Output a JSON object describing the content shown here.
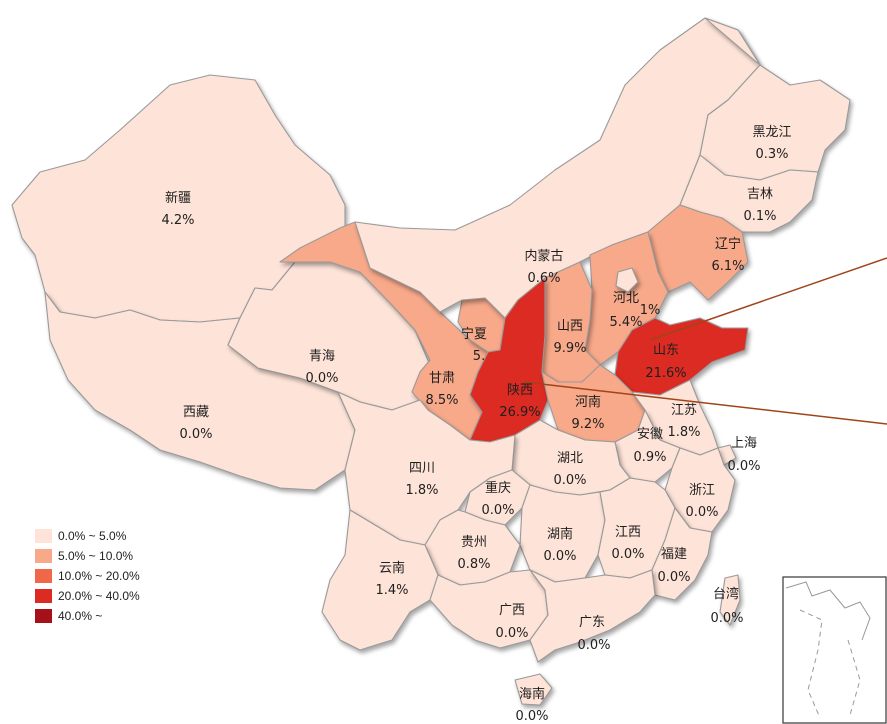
{
  "colors": {
    "band_0": "#fde3d8",
    "band_1": "#f7a98a",
    "band_2": "#f0674a",
    "band_3": "#dc2b23",
    "band_4": "#a51019",
    "border": "#9a9a9a",
    "leader_line": "#a0441a"
  },
  "legend": [
    {
      "label": "0.0% ~ 5.0%",
      "band": 0
    },
    {
      "label": "5.0% ~ 10.0%",
      "band": 1
    },
    {
      "label": "10.0% ~ 20.0%",
      "band": 2
    },
    {
      "label": "20.0% ~ 40.0%",
      "band": 3
    },
    {
      "label": "40.0% ~",
      "band": 4
    }
  ],
  "provinces": {
    "xinjiang": {
      "name": "新疆",
      "value": "4.2%",
      "band": 0
    },
    "xizang": {
      "name": "西藏",
      "value": "0.0%",
      "band": 0
    },
    "qinghai": {
      "name": "青海",
      "value": "0.0%",
      "band": 0
    },
    "gansu": {
      "name": "甘肃",
      "value": "8.5%",
      "band": 1
    },
    "ningxia": {
      "name": "宁夏",
      "value": "5.",
      "band": 1
    },
    "neimenggu": {
      "name": "内蒙古",
      "value": "0.6%",
      "band": 0
    },
    "heilongjiang": {
      "name": "黑龙江",
      "value": "0.3%",
      "band": 0
    },
    "jilin": {
      "name": "吉林",
      "value": "0.1%",
      "band": 0
    },
    "liaoning": {
      "name": "辽宁",
      "value": "6.1%",
      "band": 1
    },
    "hebei": {
      "name": "河北",
      "value": "5.4%",
      "band": 1
    },
    "beijing": {
      "name": "",
      "value": "1%",
      "band": 0
    },
    "shanxi": {
      "name": "山西",
      "value": "9.9%",
      "band": 1
    },
    "shandong": {
      "name": "山东",
      "value": "21.6%",
      "band": 3
    },
    "shaanxi": {
      "name": "陕西",
      "value": "26.9%",
      "band": 3
    },
    "henan": {
      "name": "河南",
      "value": "9.2%",
      "band": 1
    },
    "jiangsu": {
      "name": "江苏",
      "value": "1.8%",
      "band": 0
    },
    "anhui": {
      "name": "安徽",
      "value": "0.9%",
      "band": 0
    },
    "shanghai": {
      "name": "上海",
      "value": "0.0%",
      "band": 0
    },
    "hubei": {
      "name": "湖北",
      "value": "0.0%",
      "band": 0
    },
    "sichuan": {
      "name": "四川",
      "value": "1.8%",
      "band": 0
    },
    "chongqing": {
      "name": "重庆",
      "value": "0.0%",
      "band": 0
    },
    "zhejiang": {
      "name": "浙江",
      "value": "0.0%",
      "band": 0
    },
    "hunan": {
      "name": "湖南",
      "value": "0.0%",
      "band": 0
    },
    "jiangxi": {
      "name": "江西",
      "value": "0.0%",
      "band": 0
    },
    "guizhou": {
      "name": "贵州",
      "value": "0.8%",
      "band": 0
    },
    "yunnan": {
      "name": "云南",
      "value": "1.4%",
      "band": 0
    },
    "fujian": {
      "name": "福建",
      "value": "0.0%",
      "band": 0
    },
    "guangxi": {
      "name": "广西",
      "value": "0.0%",
      "band": 0
    },
    "guangdong": {
      "name": "广东",
      "value": "0.0%",
      "band": 0
    },
    "taiwan": {
      "name": "台湾",
      "value": "0.0%",
      "band": 0
    },
    "hainan": {
      "name": "海南",
      "value": "0.0%",
      "band": 0
    }
  }
}
